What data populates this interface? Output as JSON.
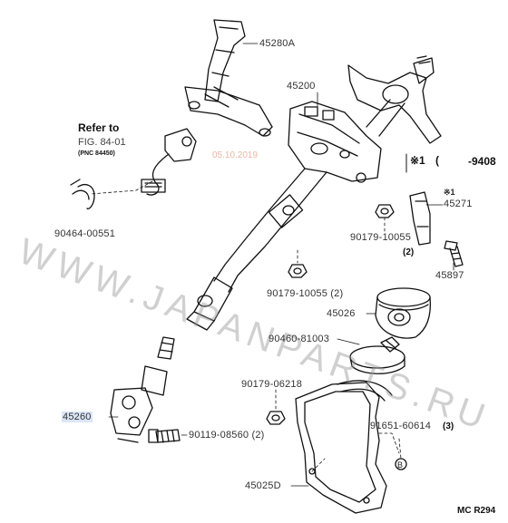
{
  "watermark": "WWW.JAPANPARTS.RU",
  "date_stamp": "05.10.2019",
  "reference": {
    "title": "Refer to",
    "figure": "FIG. 84-01",
    "pnc": "(PNC 84450)"
  },
  "side_note": {
    "symbol": "※1",
    "paren": "(",
    "range_end": "-9408"
  },
  "marker_symbol": "※1",
  "circle_marker": "B",
  "corner_code": "MC R294",
  "parts": {
    "p45280A": "45280A",
    "p45200": "45200",
    "p90464": "90464-00551",
    "p90179_10055_right": "90179-10055",
    "p90179_10055_right_qty": "(2)",
    "p45271": "45271",
    "p45897": "45897",
    "p90179_10055_mid": "90179-10055 (2)",
    "p45026": "45026",
    "p90460": "90460-81003",
    "p90179_06218": "90179-06218",
    "p45260": "45260",
    "p90119": "90119-08560 (2)",
    "p91651": "91651-60614",
    "p91651_qty": "(3)",
    "p45025D": "45025D"
  }
}
